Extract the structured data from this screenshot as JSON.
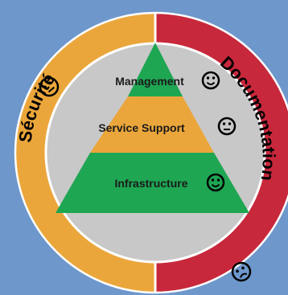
{
  "background": "#6e97cb",
  "ring": {
    "left_label": "Sécurité",
    "left_color": "#eba63b",
    "left_icon": "neutral-face-icon",
    "right_label": "Documentation",
    "right_color": "#c8283c",
    "right_icon": "sad-face-icon",
    "outline": "#ffffff"
  },
  "inner_circle": {
    "color": "#c8c8c8"
  },
  "pyramid": {
    "tiers": [
      {
        "label": "Management",
        "color": "#1fa653",
        "icon": "happy-face-icon"
      },
      {
        "label": "Service Support",
        "color": "#eba63b",
        "icon": "neutral-face-icon"
      },
      {
        "label": "Infrastructure",
        "color": "#1fa653",
        "icon": "happy-face-icon"
      }
    ]
  }
}
